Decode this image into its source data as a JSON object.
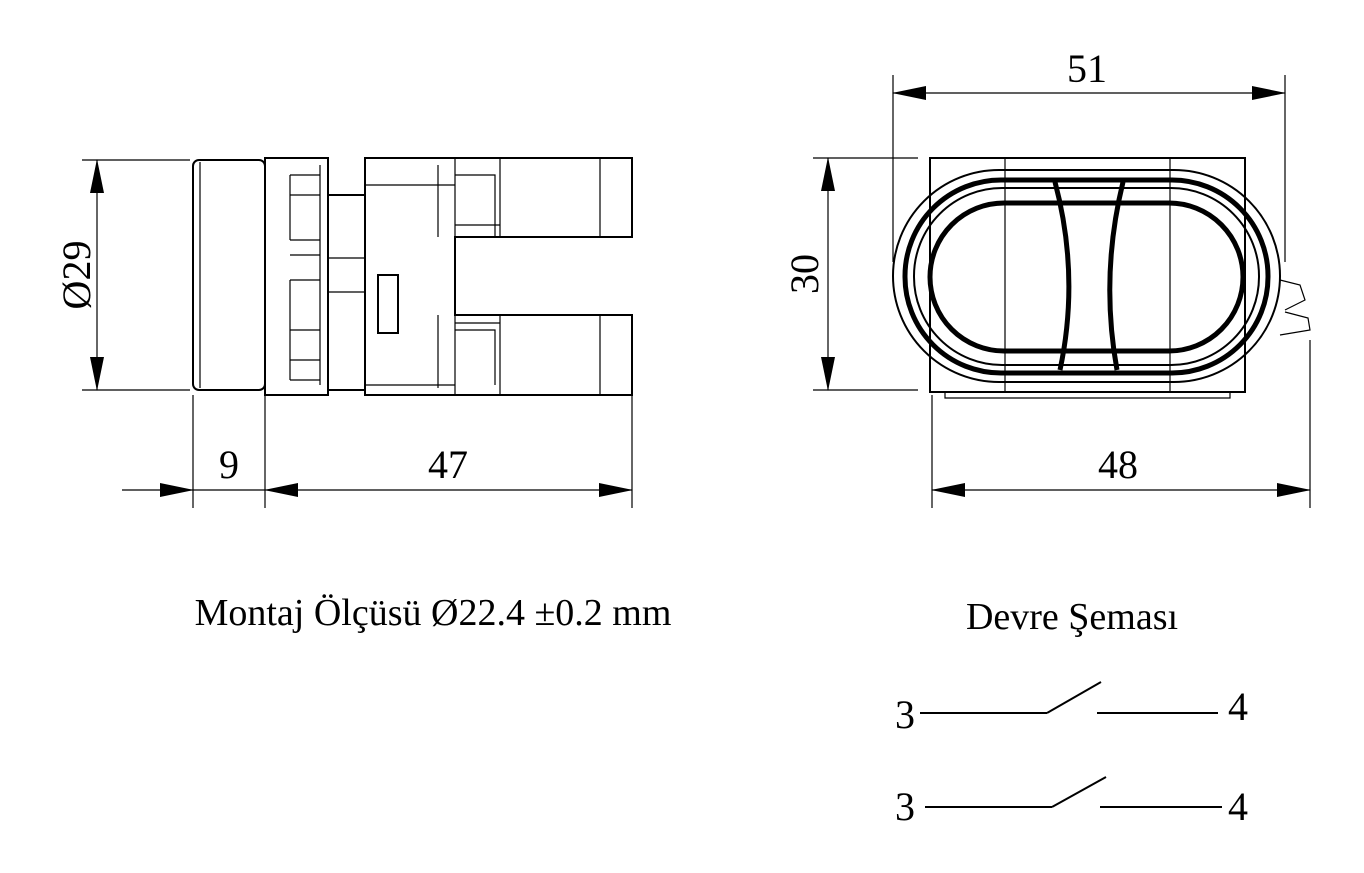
{
  "side_view": {
    "diameter_label": "Ø29",
    "bezel_depth_label": "9",
    "body_length_label": "47"
  },
  "front_view": {
    "width_label": "51",
    "height_label": "30",
    "body_width_label": "48"
  },
  "mounting_caption": "Montaj Ölçüsü Ø22.4 ±0.2 mm",
  "circuit": {
    "title": "Devre Şeması",
    "contacts": [
      {
        "left": "3",
        "right": "4"
      },
      {
        "left": "3",
        "right": "4"
      }
    ]
  }
}
